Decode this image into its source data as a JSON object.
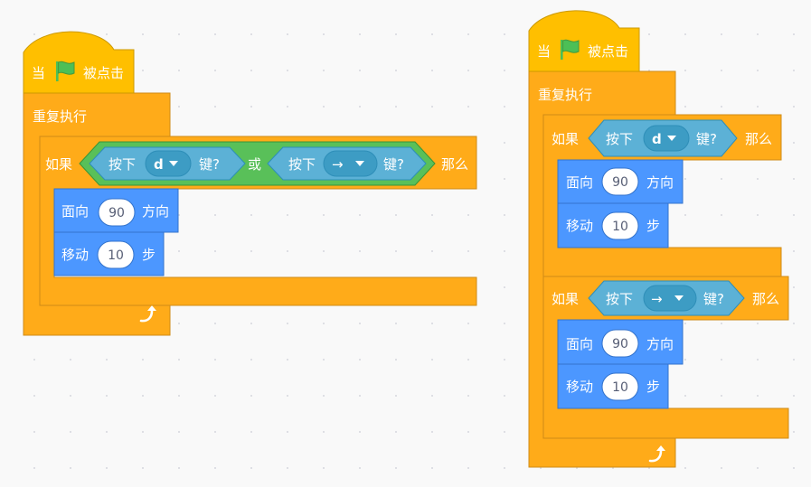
{
  "theme": {
    "events": "#ffbf00",
    "events_border": "#cc9900",
    "control": "#ffab19",
    "control_border": "#cf8b17",
    "sensing": "#5cb1d6",
    "sensing_border": "#2e8eb8",
    "operators": "#59c059",
    "operators_border": "#389438",
    "motion": "#4c97ff",
    "motion_border": "#3373cc",
    "flag": "#4cbf56"
  },
  "script1": {
    "hat": {
      "when": "当",
      "clicked": "被点击"
    },
    "forever": {
      "label": "重复执行",
      "loop_icon": "loop-arrow-icon"
    },
    "if": {
      "label": "如果",
      "then": "那么",
      "or": "或",
      "cond1": {
        "press": "按下",
        "key": "d",
        "key_suffix": "键?"
      },
      "cond2": {
        "press": "按下",
        "key": "→",
        "key_suffix": "键?"
      }
    },
    "point": {
      "label": "面向",
      "value": "90",
      "suffix": "方向"
    },
    "move": {
      "label": "移动",
      "value": "10",
      "suffix": "步"
    }
  },
  "script2": {
    "hat": {
      "when": "当",
      "clicked": "被点击"
    },
    "forever": {
      "label": "重复执行",
      "loop_icon": "loop-arrow-icon"
    },
    "if1": {
      "label": "如果",
      "then": "那么",
      "cond": {
        "press": "按下",
        "key": "d",
        "key_suffix": "键?"
      },
      "point": {
        "label": "面向",
        "value": "90",
        "suffix": "方向"
      },
      "move": {
        "label": "移动",
        "value": "10",
        "suffix": "步"
      }
    },
    "if2": {
      "label": "如果",
      "then": "那么",
      "cond": {
        "press": "按下",
        "key": "→",
        "key_suffix": "键?"
      },
      "point": {
        "label": "面向",
        "value": "90",
        "suffix": "方向"
      },
      "move": {
        "label": "移动",
        "value": "10",
        "suffix": "步"
      }
    }
  }
}
